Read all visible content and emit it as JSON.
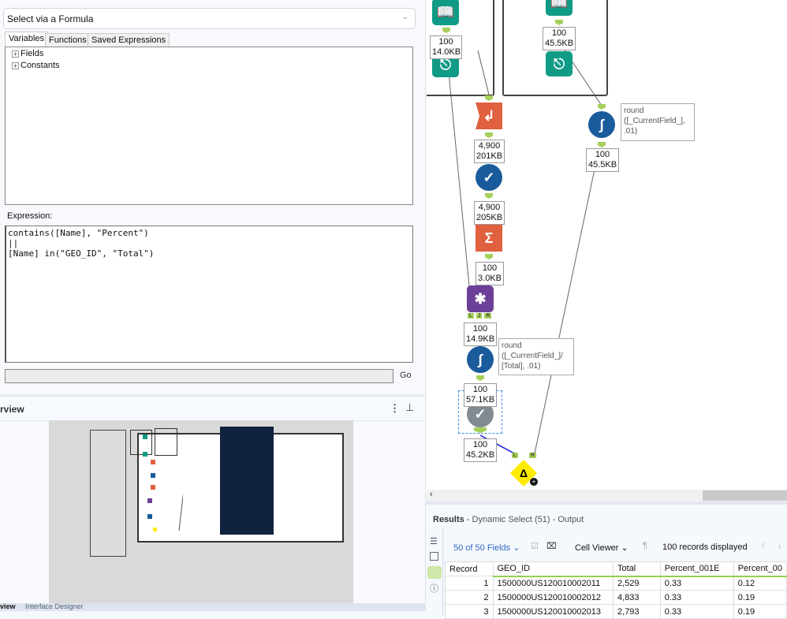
{
  "config": {
    "select_mode": "Select via a Formula",
    "tabs": [
      "Variables",
      "Functions",
      "Saved Expressions"
    ],
    "tree": [
      "Fields",
      "Constants"
    ],
    "expression_label": "Expression:",
    "expression": "contains([Name], \"Percent\")\n||\n[Name] in(\"GEO_ID\", \"Total\")",
    "go_label": "Go"
  },
  "overview": {
    "title": "rview",
    "bottom_tabs": [
      "view",
      "Interface Designer"
    ]
  },
  "canvas": {
    "stats": [
      [
        "100",
        "14.0KB"
      ],
      [
        "100",
        "45.5KB"
      ],
      [
        "4,900",
        "201KB"
      ],
      [
        "4,900",
        "205KB"
      ],
      [
        "100",
        "3.0KB"
      ],
      [
        "100",
        "14.9KB"
      ],
      [
        "100",
        "57.1KB"
      ],
      [
        "100",
        "45.2KB"
      ],
      [
        "100",
        "45.5KB"
      ]
    ],
    "annotations": [
      "round ([_CurrentField_], .01)",
      "round ([_CurrentField_]/ [Total], .01)"
    ],
    "join_anchors": [
      "L",
      "J",
      "R"
    ],
    "delta_anchors": [
      "L",
      "R"
    ]
  },
  "results": {
    "title": "Results",
    "subtitle": " - Dynamic Select (51) - Output",
    "fields": "50 of 50 Fields",
    "viewer": "Cell Viewer",
    "records": "100 records displayed",
    "columns": [
      "Record",
      "GEO_ID",
      "Total",
      "Percent_001E",
      "Percent_00"
    ],
    "rows": [
      [
        "1",
        "1500000US120010002011",
        "2,529",
        "0.33",
        "0.12"
      ],
      [
        "2",
        "1500000US120010002012",
        "4,833",
        "0.33",
        "0.19"
      ],
      [
        "3",
        "1500000US120010002013",
        "2,793",
        "0.33",
        "0.19"
      ]
    ]
  }
}
